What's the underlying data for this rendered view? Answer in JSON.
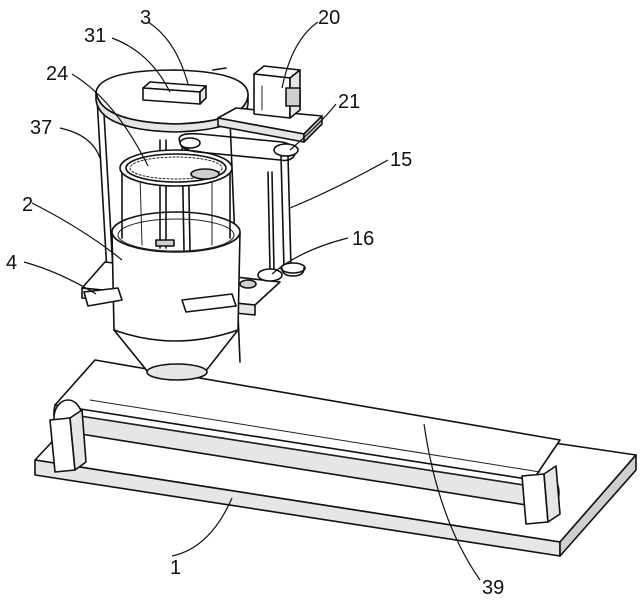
{
  "labels": {
    "l1": "1",
    "l2": "2",
    "l3": "3",
    "l4": "4",
    "l15": "15",
    "l16": "16",
    "l20": "20",
    "l21": "21",
    "l24": "24",
    "l31": "31",
    "l37": "37",
    "l39": "39"
  }
}
